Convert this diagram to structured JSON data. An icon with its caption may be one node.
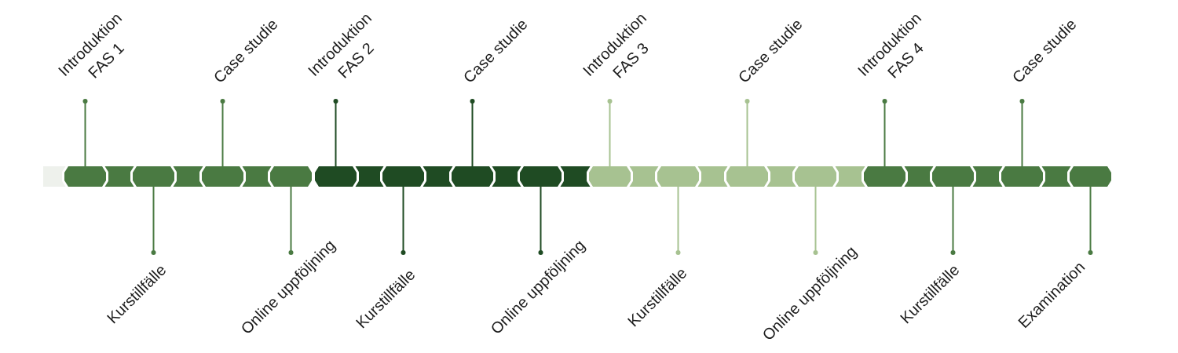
{
  "diagram": {
    "nodes": [
      {
        "text": [],
        "shape": "octagon"
      },
      {
        "text": [],
        "shape": "octagon"
      },
      {
        "text": [],
        "shape": "octagon"
      },
      {
        "text": [],
        "shape": "octagon"
      },
      {
        "text": [],
        "shape": "octagon"
      },
      {
        "text": [],
        "shape": "octagon"
      },
      {
        "text": [],
        "shape": "octagon"
      },
      {
        "text": [],
        "shape": "octagon"
      },
      {
        "text": [],
        "shape": "octagon"
      },
      {
        "text": [],
        "shape": "octagon"
      },
      {
        "text": [],
        "shape": "octagon"
      },
      {
        "text": [],
        "shape": "octagon"
      },
      {
        "text": [],
        "shape": "octagon"
      },
      {
        "text": [],
        "shape": "octagon"
      },
      {
        "text": [],
        "shape": "octagon"
      },
      {
        "text": [],
        "shape": "octagon"
      },
      {
        "text": [
          "Introduktion FAS 1"
        ]
      },
      {
        "text": [
          "Kurstillfälle"
        ]
      },
      {
        "text": [
          "Case studie"
        ]
      },
      {
        "text": [
          "Online uppföljning"
        ]
      },
      {
        "text": [
          "Introduktion FAS 2"
        ]
      },
      {
        "text": [
          "Kurstillfälle"
        ]
      },
      {
        "text": [
          "Case studie"
        ]
      },
      {
        "text": [
          "Online uppföljning"
        ]
      },
      {
        "text": [
          "Introduktion FAS 3"
        ]
      },
      {
        "text": [
          "Kurstillfälle"
        ]
      },
      {
        "text": [
          "Case studie"
        ]
      },
      {
        "text": [
          "Online uppföljning"
        ]
      },
      {
        "text": [
          "Introduktion FAS 4"
        ]
      },
      {
        "text": [
          "Kurstillfälle"
        ]
      },
      {
        "text": [
          "Case studie"
        ]
      },
      {
        "text": [
          "Examination"
        ]
      }
    ],
    "edges": [
      {
        "from": 16,
        "to": 0,
        "arrow": "other"
      },
      {
        "from": 17,
        "to": 1,
        "arrow": "other"
      },
      {
        "from": 18,
        "to": 2,
        "arrow": "other"
      },
      {
        "from": 19,
        "to": 3,
        "arrow": "other"
      },
      {
        "from": 20,
        "to": 4,
        "arrow": "other",
        "color": "#1f4b23"
      },
      {
        "from": 21,
        "to": 5,
        "arrow": "other",
        "color": "#1f4b23"
      },
      {
        "from": 22,
        "to": 6,
        "arrow": "other",
        "color": "#1f4b23"
      },
      {
        "from": 23,
        "to": 7,
        "arrow": "other",
        "color": "#1f4b23"
      },
      {
        "from": 24,
        "to": 8,
        "arrow": "other",
        "color": "#a7c291"
      },
      {
        "from": 25,
        "to": 9,
        "arrow": "other",
        "color": "#a7c291"
      },
      {
        "from": 26,
        "to": 10,
        "arrow": "other",
        "color": "#a7c291"
      },
      {
        "from": 27,
        "to": 11,
        "arrow": "other",
        "color": "#a7c291"
      },
      {
        "from": 28,
        "to": 12,
        "arrow": "other"
      },
      {
        "from": 29,
        "to": 13,
        "arrow": "other"
      },
      {
        "from": 30,
        "to": 14,
        "arrow": "other"
      },
      {
        "from": 31,
        "to": 15,
        "arrow": "other"
      }
    ]
  }
}
